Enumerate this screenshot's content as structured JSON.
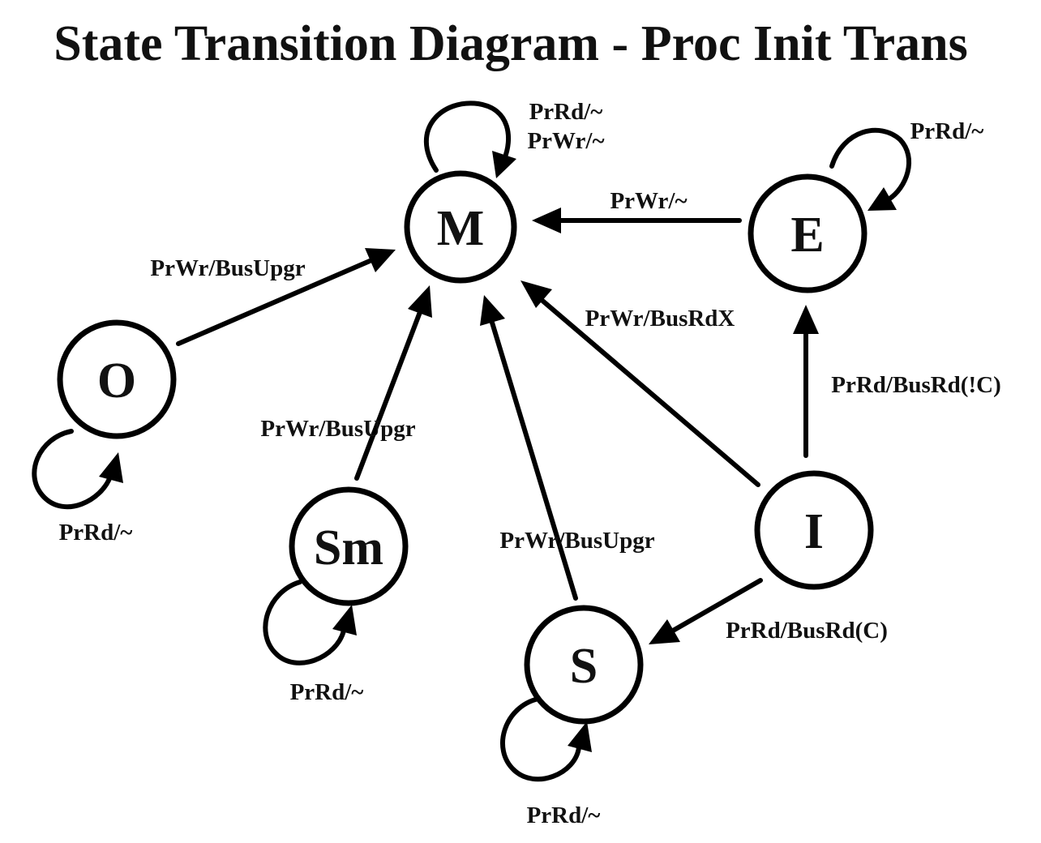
{
  "title": "State Transition Diagram - Proc Init Trans",
  "states": {
    "M": "M",
    "E": "E",
    "O": "O",
    "Sm": "Sm",
    "S": "S",
    "I": "I"
  },
  "transitions": {
    "m_self_read": "PrRd/~",
    "m_self_write": "PrWr/~",
    "e_self": "PrRd/~",
    "e_to_m": "PrWr/~",
    "o_to_m": "PrWr/BusUpgr",
    "o_self": "PrRd/~",
    "sm_to_m": "PrWr/BusUpgr",
    "sm_self": "PrRd/~",
    "s_to_m": "PrWr/BusUpgr",
    "s_self": "PrRd/~",
    "i_to_m": "PrWr/BusRdX",
    "i_to_e": "PrRd/BusRd(!C)",
    "i_to_s": "PrRd/BusRd(C)"
  },
  "colors": {
    "stroke": "#000000",
    "text": "#111111",
    "background": "#ffffff"
  }
}
